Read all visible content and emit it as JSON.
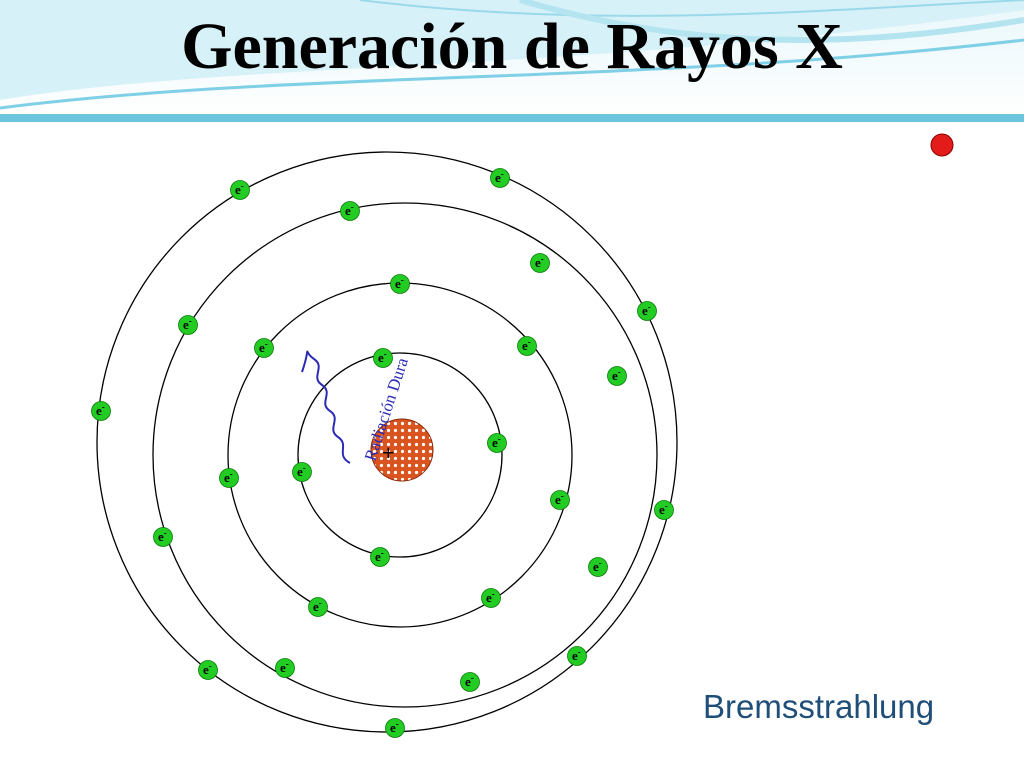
{
  "slide": {
    "title": "Generación de Rayos X",
    "caption": "Bremsstrahlung"
  },
  "diagram": {
    "electron_symbol": "e",
    "electron_charge": "-",
    "nucleus_symbol": "+",
    "radiation_label": "Radiación Dura",
    "colors": {
      "electron_fill": "#22cc22",
      "nucleus_fill": "#d9541e",
      "orbit_stroke": "#000000",
      "wave_stroke": "#2b2bb5",
      "indicator_fill": "#e31b1b",
      "header_light": "#cdeef6",
      "header_band": "#6cc4dd"
    }
  }
}
